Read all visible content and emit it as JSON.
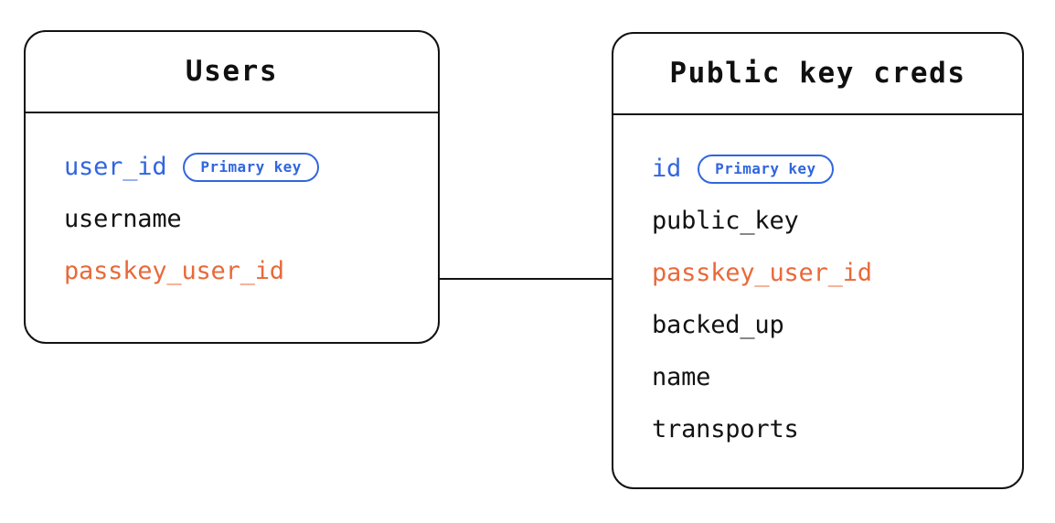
{
  "diagram": {
    "type": "entity-relationship-diagram",
    "background_color": "#ffffff",
    "stroke_color": "#121212",
    "accent_key_color": "#3166de",
    "accent_foreign_key_color": "#e8693a",
    "badge_label": "Primary key",
    "entities": [
      {
        "id": "users",
        "title": "Users",
        "fields": [
          {
            "name": "user_id",
            "role": "primary-key",
            "badge": "Primary key",
            "color": "#3166de"
          },
          {
            "name": "username",
            "role": "plain",
            "badge": null,
            "color": "#121212"
          },
          {
            "name": "passkey_user_id",
            "role": "foreign-key",
            "badge": null,
            "color": "#e8693a"
          }
        ]
      },
      {
        "id": "public-key-creds",
        "title": "Public key creds",
        "fields": [
          {
            "name": "id",
            "role": "primary-key",
            "badge": "Primary key",
            "color": "#3166de"
          },
          {
            "name": "public_key",
            "role": "plain",
            "badge": null,
            "color": "#121212"
          },
          {
            "name": "passkey_user_id",
            "role": "foreign-key",
            "badge": null,
            "color": "#e8693a"
          },
          {
            "name": "backed_up",
            "role": "plain",
            "badge": null,
            "color": "#121212"
          },
          {
            "name": "name",
            "role": "plain",
            "badge": null,
            "color": "#121212"
          },
          {
            "name": "transports",
            "role": "plain",
            "badge": null,
            "color": "#121212"
          }
        ]
      }
    ],
    "relationships": [
      {
        "id": "users-to-public-key-creds",
        "from_entity": "users",
        "from_field": "passkey_user_id",
        "to_entity": "public-key-creds",
        "to_field": "passkey_user_id",
        "style": "solid-line"
      }
    ]
  }
}
